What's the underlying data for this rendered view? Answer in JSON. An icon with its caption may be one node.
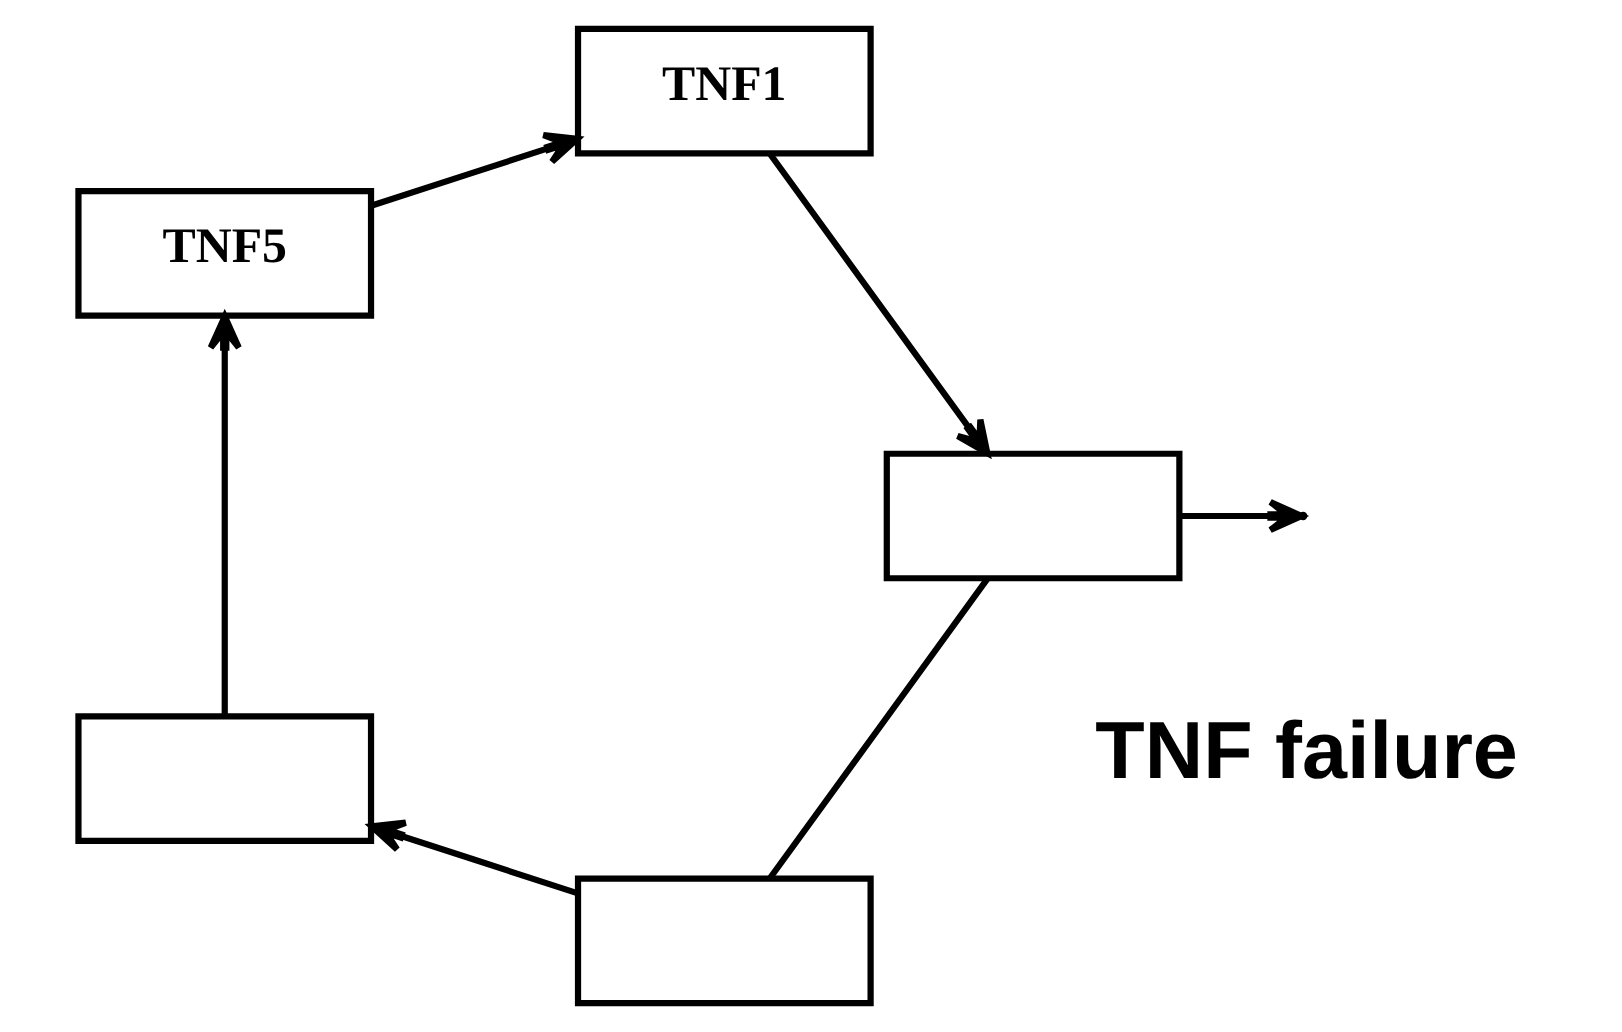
{
  "diagram": {
    "nodes": [
      {
        "text": [
          "TNF1"
        ]
      },
      {
        "text": [],
        "shape": "box"
      },
      {
        "text": [],
        "shape": "box"
      },
      {
        "text": [],
        "shape": "box"
      },
      {
        "text": [
          "TNF5"
        ]
      }
    ],
    "edges": [
      {
        "from": 0,
        "to": 1,
        "arrow": "to"
      },
      {
        "from": 1,
        "to": 2,
        "arrow": "none"
      },
      {
        "from": 2,
        "to": 3,
        "arrow": "to"
      },
      {
        "from": 3,
        "to": 4,
        "arrow": "to"
      },
      {
        "from": 4,
        "to": 0,
        "arrow": "to"
      },
      {
        "from": 1,
        "to": null,
        "arrow": "to"
      }
    ],
    "labels": [
      "TNF failure"
    ]
  }
}
